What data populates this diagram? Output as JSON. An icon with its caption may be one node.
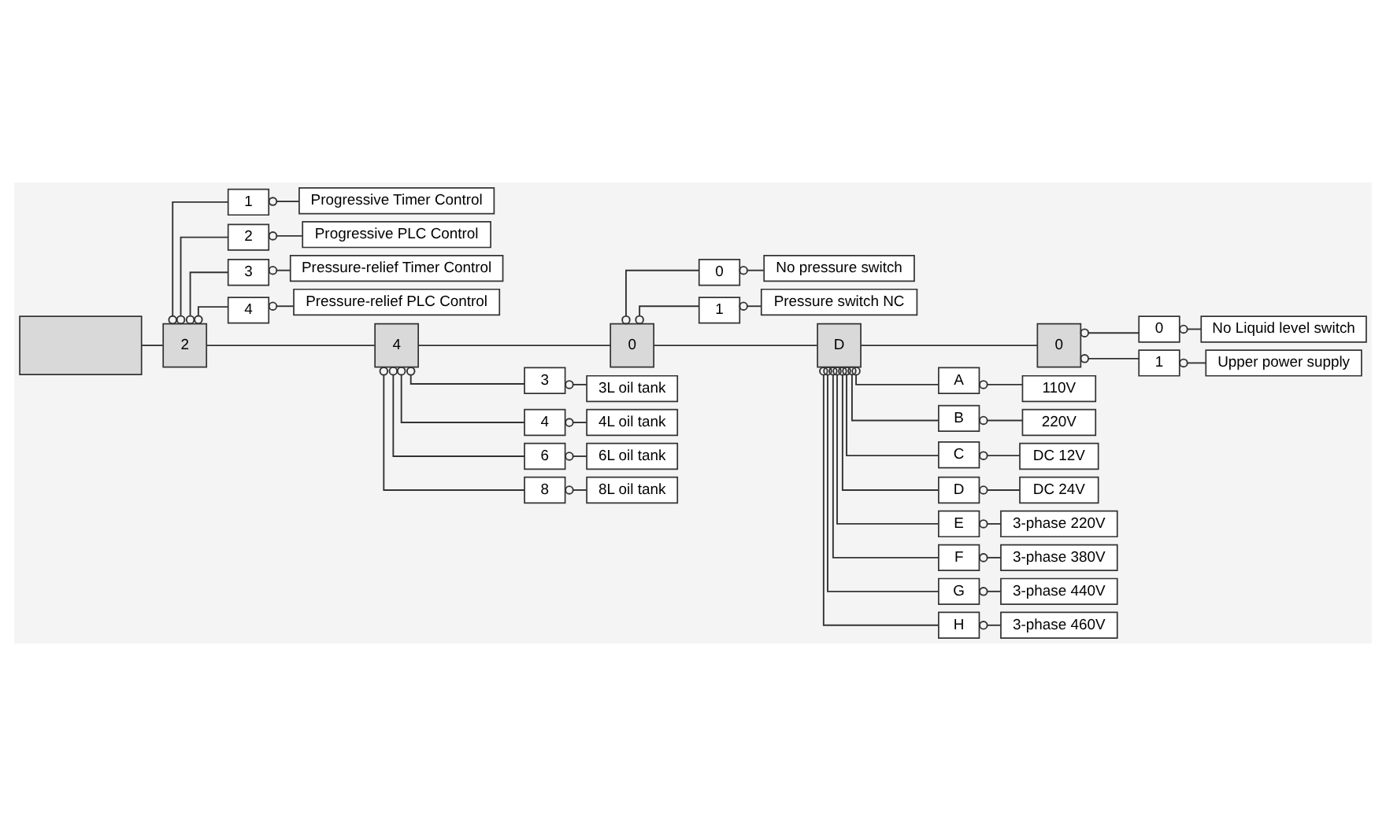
{
  "diagram": {
    "nodes": [
      {
        "text": [],
        "shape": "box"
      },
      {
        "text": [
          "2"
        ]
      },
      {
        "text": [
          "4"
        ]
      },
      {
        "text": [
          "0"
        ]
      },
      {
        "text": [
          "D"
        ]
      },
      {
        "text": [
          "0"
        ]
      },
      {
        "text": [
          "1"
        ]
      },
      {
        "text": [
          "Progressive Timer Control"
        ]
      },
      {
        "text": [
          "2"
        ]
      },
      {
        "text": [
          "Progressive PLC Control"
        ]
      },
      {
        "text": [
          "3"
        ]
      },
      {
        "text": [
          "Pressure-relief Timer Control"
        ]
      },
      {
        "text": [
          "4"
        ]
      },
      {
        "text": [
          "Pressure-relief PLC Control"
        ]
      },
      {
        "text": [
          "3"
        ]
      },
      {
        "text": [
          "3L oil tank"
        ]
      },
      {
        "text": [
          "4"
        ]
      },
      {
        "text": [
          "4L oil tank"
        ]
      },
      {
        "text": [
          "6"
        ]
      },
      {
        "text": [
          "6L oil tank"
        ]
      },
      {
        "text": [
          "8"
        ]
      },
      {
        "text": [
          "8L oil tank"
        ]
      },
      {
        "text": [
          "0"
        ]
      },
      {
        "text": [
          "No pressure switch"
        ]
      },
      {
        "text": [
          "1"
        ]
      },
      {
        "text": [
          "Pressure switch NC"
        ]
      },
      {
        "text": [
          "A"
        ]
      },
      {
        "text": [
          "110V"
        ]
      },
      {
        "text": [
          "B"
        ]
      },
      {
        "text": [
          "220V"
        ]
      },
      {
        "text": [
          "C"
        ]
      },
      {
        "text": [
          "DC 12V"
        ]
      },
      {
        "text": [
          "D"
        ]
      },
      {
        "text": [
          "DC 24V"
        ]
      },
      {
        "text": [
          "E"
        ]
      },
      {
        "text": [
          "3-phase 220V"
        ]
      },
      {
        "text": [
          "F"
        ]
      },
      {
        "text": [
          "3-phase 380V"
        ]
      },
      {
        "text": [
          "G"
        ]
      },
      {
        "text": [
          "3-phase 440V"
        ]
      },
      {
        "text": [
          "H"
        ]
      },
      {
        "text": [
          "3-phase 460V"
        ]
      },
      {
        "text": [
          "0"
        ]
      },
      {
        "text": [
          "No Liquid level switch"
        ]
      },
      {
        "text": [
          "1"
        ]
      },
      {
        "text": [
          "Upper power supply"
        ]
      }
    ],
    "edges": [
      {
        "from": 0,
        "to": 1,
        "arrow": "none"
      },
      {
        "from": 1,
        "to": 2,
        "arrow": "none"
      },
      {
        "from": 2,
        "to": 3,
        "arrow": "none"
      },
      {
        "from": 3,
        "to": 4,
        "arrow": "none"
      },
      {
        "from": 4,
        "to": 5,
        "arrow": "none"
      },
      {
        "from": 1,
        "to": 6,
        "arrow": "other"
      },
      {
        "from": 1,
        "to": 8,
        "arrow": "other"
      },
      {
        "from": 1,
        "to": 10,
        "arrow": "other"
      },
      {
        "from": 1,
        "to": 12,
        "arrow": "other"
      },
      {
        "from": 6,
        "to": 7,
        "arrow": "other"
      },
      {
        "from": 8,
        "to": 9,
        "arrow": "other"
      },
      {
        "from": 10,
        "to": 11,
        "arrow": "other"
      },
      {
        "from": 12,
        "to": 13,
        "arrow": "other"
      },
      {
        "from": 2,
        "to": 14,
        "arrow": "other"
      },
      {
        "from": 2,
        "to": 16,
        "arrow": "other"
      },
      {
        "from": 2,
        "to": 18,
        "arrow": "other"
      },
      {
        "from": 2,
        "to": 20,
        "arrow": "other"
      },
      {
        "from": 14,
        "to": 15,
        "arrow": "other"
      },
      {
        "from": 16,
        "to": 17,
        "arrow": "other"
      },
      {
        "from": 18,
        "to": 19,
        "arrow": "other"
      },
      {
        "from": 20,
        "to": 21,
        "arrow": "other"
      },
      {
        "from": 3,
        "to": 22,
        "arrow": "other"
      },
      {
        "from": 3,
        "to": 24,
        "arrow": "other"
      },
      {
        "from": 22,
        "to": 23,
        "arrow": "other"
      },
      {
        "from": 24,
        "to": 25,
        "arrow": "other"
      },
      {
        "from": 4,
        "to": 26,
        "arrow": "other"
      },
      {
        "from": 4,
        "to": 28,
        "arrow": "other"
      },
      {
        "from": 4,
        "to": 30,
        "arrow": "other"
      },
      {
        "from": 4,
        "to": 32,
        "arrow": "other"
      },
      {
        "from": 4,
        "to": 34,
        "arrow": "other"
      },
      {
        "from": 4,
        "to": 36,
        "arrow": "other"
      },
      {
        "from": 4,
        "to": 38,
        "arrow": "other"
      },
      {
        "from": 4,
        "to": 40,
        "arrow": "other"
      },
      {
        "from": 26,
        "to": 27,
        "arrow": "other"
      },
      {
        "from": 28,
        "to": 29,
        "arrow": "other"
      },
      {
        "from": 30,
        "to": 31,
        "arrow": "other"
      },
      {
        "from": 32,
        "to": 33,
        "arrow": "other"
      },
      {
        "from": 34,
        "to": 35,
        "arrow": "other"
      },
      {
        "from": 36,
        "to": 37,
        "arrow": "other"
      },
      {
        "from": 38,
        "to": 39,
        "arrow": "other"
      },
      {
        "from": 40,
        "to": 41,
        "arrow": "other"
      },
      {
        "from": 5,
        "to": 42,
        "arrow": "other"
      },
      {
        "from": 5,
        "to": 44,
        "arrow": "other"
      },
      {
        "from": 42,
        "to": 43,
        "arrow": "other"
      },
      {
        "from": 44,
        "to": 45,
        "arrow": "other"
      }
    ]
  }
}
